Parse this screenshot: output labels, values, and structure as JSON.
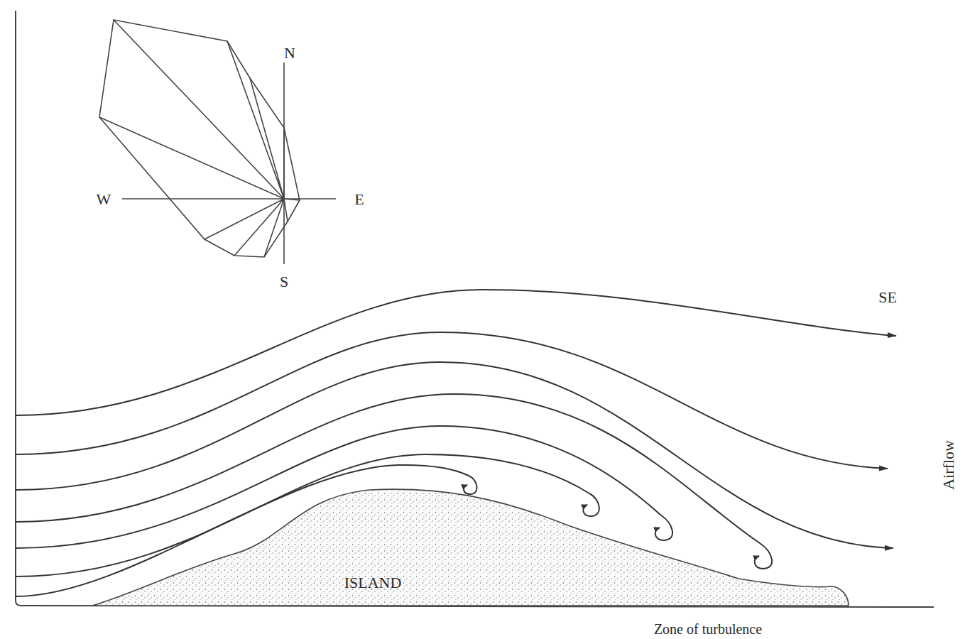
{
  "diagram": {
    "labels": [
      "N",
      "W",
      "E",
      "S",
      "SE",
      "Airflow",
      "ISLAND",
      "Zone of turbulence"
    ]
  }
}
